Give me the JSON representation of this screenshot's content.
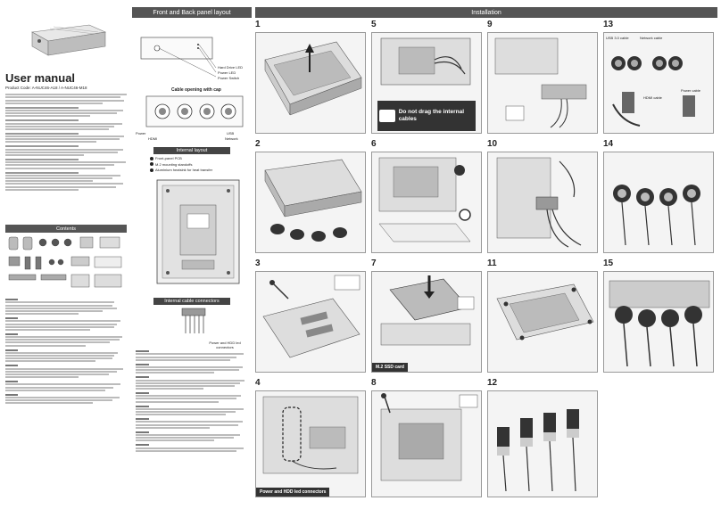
{
  "left": {
    "manual_title": "User manual",
    "product_code": "Product Code: A-NUC46-A18 / A-NUC46-M18",
    "contents_header": "Contents"
  },
  "middle": {
    "front_back_header": "Front and Back panel layout",
    "labels_top": [
      "Hard Drive LED",
      "Power LED",
      "Power Switch"
    ],
    "cable_opening_title": "Cable opening with cap",
    "labels_bottom_left": [
      "Power",
      "HDMI"
    ],
    "labels_bottom_right": [
      "USB",
      "Network"
    ],
    "internal_layout_header": "Internal layout",
    "internal_items": [
      "Front-panel PCB",
      "M.2 mounting standoffs",
      "Aluminium heatsink for heat transfer"
    ],
    "internal_cable_header": "Internal cable connectors",
    "power_hdd_caption": "Power and HDD led connectors"
  },
  "right": {
    "installation_header": "Installation",
    "step_numbers": [
      "1",
      "2",
      "3",
      "4",
      "5",
      "6",
      "7",
      "8",
      "9",
      "10",
      "11",
      "12",
      "13",
      "14",
      "15"
    ],
    "warning_text": "Do not drag the internal cables",
    "ssd_caption": "M.2 SSD card",
    "step4_caption": "Power and HDD led connectors",
    "step13_labels": [
      "USB 3.0 cable",
      "Network cable",
      "HDMI cable",
      "Power cable"
    ]
  },
  "colors": {
    "header_bg": "#555555",
    "panel_bg": "#f4f4f4"
  }
}
